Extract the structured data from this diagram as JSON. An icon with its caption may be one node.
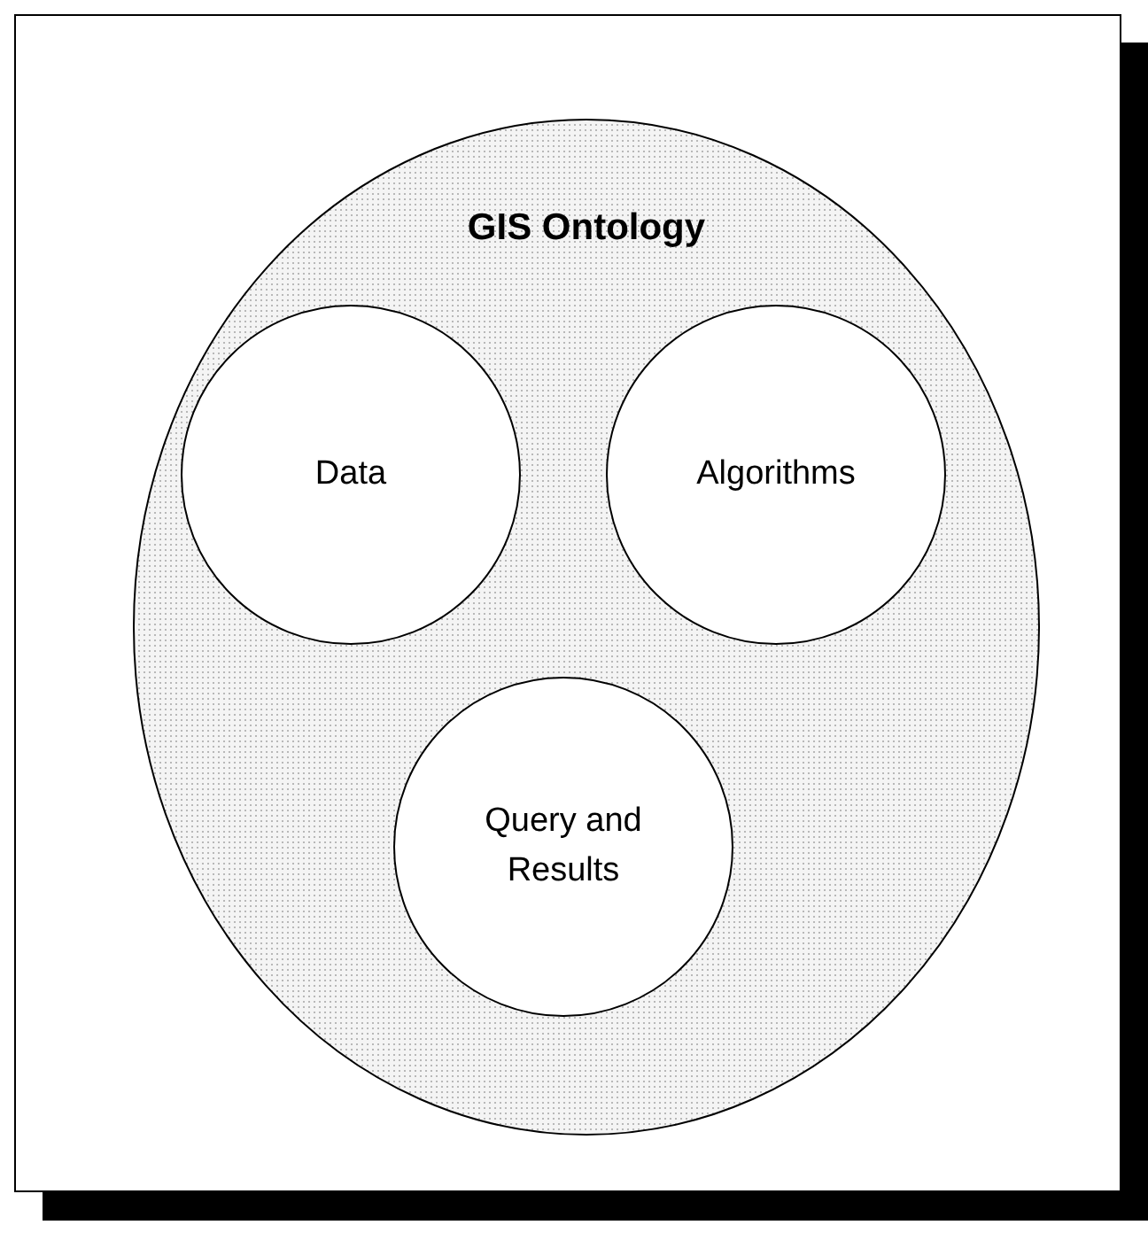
{
  "diagram": {
    "nodes": [
      {
        "text": [
          "GIS Ontology"
        ]
      },
      {
        "text": [
          "Data"
        ],
        "in": 0
      },
      {
        "text": [
          "Algorithms"
        ],
        "in": 0
      },
      {
        "text": [
          "Query and Results"
        ],
        "in": 0
      }
    ]
  }
}
